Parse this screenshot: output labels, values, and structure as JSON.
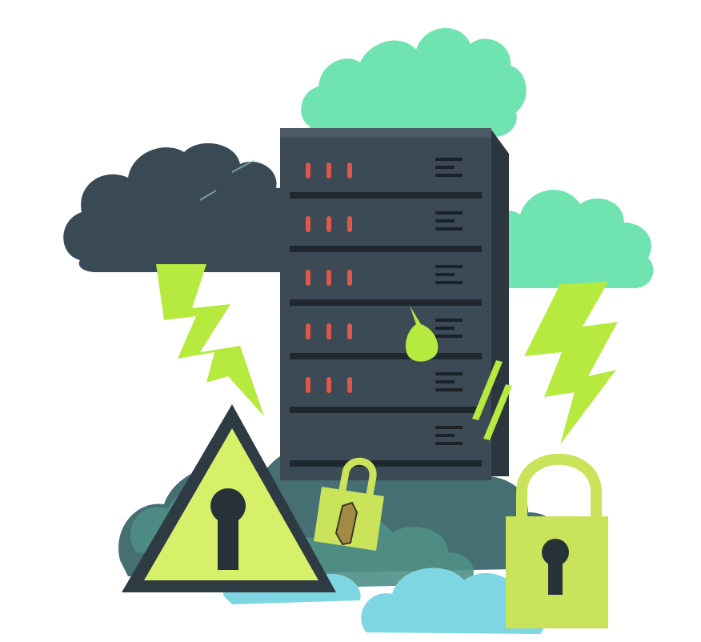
{
  "illustration": {
    "subject": "server-security-illustration",
    "elements": [
      "dark-storm-cloud",
      "mint-cloud-top",
      "mint-cloud-right",
      "lightning-bolt-left",
      "lightning-bolt-right",
      "server-rack",
      "warning-triangle-keyhole",
      "small-padlock-with-key",
      "large-padlock",
      "teal-cloud-bank"
    ],
    "colors": {
      "server_dark": "#3b4a55",
      "server_shadow": "#2b363e",
      "server_slot": "#1f282e",
      "led_red": "#e0574a",
      "vent_dark": "#1a2228",
      "storm_cloud": "#394a54",
      "mint_cloud": "#6fe3b0",
      "lime": "#b6ea3f",
      "lime_light": "#d7f06a",
      "padlock": "#c9e45a",
      "keyhole": "#263238",
      "teal_cloud": "#4f8f86",
      "teal_cloud_dark": "#456f73",
      "cyan_cloud": "#7fd6e3"
    },
    "server_units": 6
  }
}
